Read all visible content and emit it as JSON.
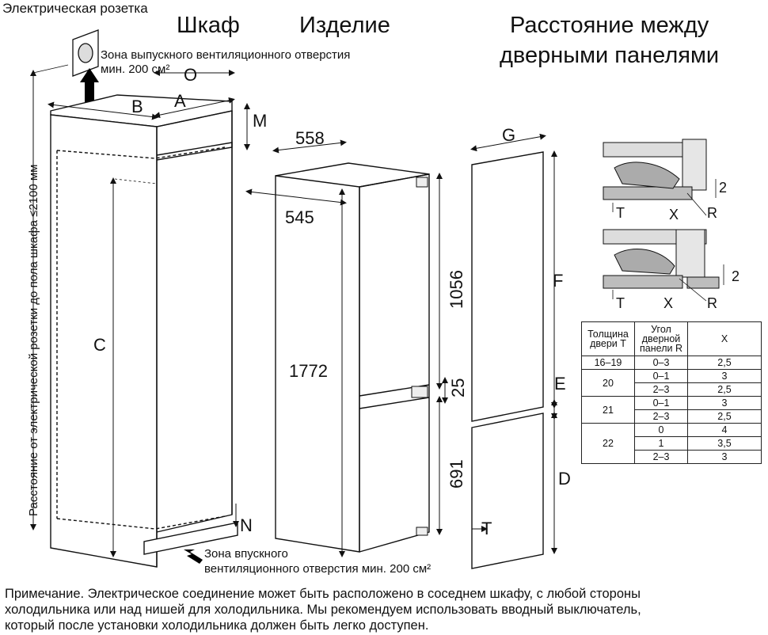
{
  "titles": {
    "outlet": "Электрическая розетка",
    "cabinet": "Шкаф",
    "product": "Изделие",
    "door_distance_1": "Расстояние между",
    "door_distance_2": "дверными панелями"
  },
  "annotations": {
    "exhaust_vent_1": "Зона выпускного вентиляционного отверстия",
    "exhaust_vent_2": "мин. 200 см²",
    "intake_vent_1": "Зона впускного",
    "intake_vent_2": "вентиляционного отверстия мин. 200 см²",
    "outlet_distance": "Расстояние от электрической розетки до пола шкафа ≤2100 мм"
  },
  "cabinet_labels": {
    "O": "O",
    "A": "A",
    "B": "B",
    "M": "M",
    "C": "C",
    "N": "N"
  },
  "product_dims": {
    "width": "558",
    "depth": "545",
    "height": "1772",
    "upper": "1056",
    "gap": "25",
    "lower": "691"
  },
  "panel_labels": {
    "G": "G",
    "F": "F",
    "E": "E",
    "D": "D",
    "T": "T"
  },
  "detail_labels": {
    "d1_2": "2",
    "d1_T": "T",
    "d1_X": "X",
    "d1_R": "R",
    "d2_2": "2",
    "d2_T": "T",
    "d2_X": "X",
    "d2_R": "R"
  },
  "table": {
    "headers": [
      "Толщина двери T",
      "Угол дверной панели R",
      "X"
    ],
    "groups": [
      {
        "t": "16–19",
        "rows": [
          [
            "0–3",
            "2,5"
          ]
        ]
      },
      {
        "t": "20",
        "rows": [
          [
            "0–1",
            "3"
          ],
          [
            "2–3",
            "2,5"
          ]
        ]
      },
      {
        "t": "21",
        "rows": [
          [
            "0–1",
            "3"
          ],
          [
            "2–3",
            "2,5"
          ]
        ]
      },
      {
        "t": "22",
        "rows": [
          [
            "0",
            "4"
          ],
          [
            "1",
            "3,5"
          ],
          [
            "2–3",
            "3"
          ]
        ]
      }
    ]
  },
  "note": {
    "line1": "Примечание. Электрическое соединение может быть расположено в соседнем шкафу, с любой стороны",
    "line2": "холодильника или над нишей для холодильника. Мы рекомендуем использовать вводный выключатель,",
    "line3": "который после установки холодильника должен быть легко доступен."
  }
}
